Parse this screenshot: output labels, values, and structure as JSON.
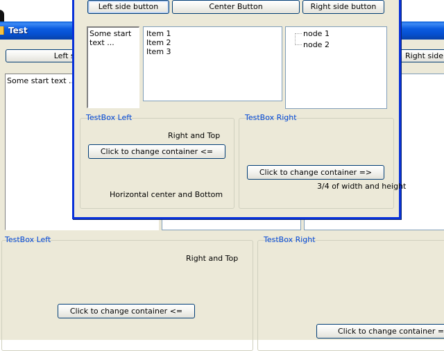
{
  "main_window": {
    "title": "Test",
    "left_button": "Left side button",
    "right_button": "Right side button",
    "textbox_text": "Some start text ...",
    "group_left": {
      "title": "TestBox Left",
      "label_right_top": "Right and Top",
      "change_button": "Click to change container <="
    },
    "group_right": {
      "title": "TestBox Right",
      "change_button": "Click to change container =>"
    }
  },
  "dialog": {
    "left_button": "Left side button",
    "center_button": "Center Button",
    "right_button": "Right side button",
    "textbox_text": "Some start text ...",
    "list_items": [
      "Item 1",
      "Item 2",
      "Item 3"
    ],
    "tree_nodes": [
      "node 1",
      "node 2"
    ],
    "group_left": {
      "title": "TestBox Left",
      "label_right_top": "Right and Top",
      "change_button": "Click to change container <=",
      "label_center_bottom": "Horizontal center and Bottom"
    },
    "group_right": {
      "title": "TestBox Right",
      "change_button": "Click to change container =>",
      "label_size": "3/4 of width and height"
    }
  }
}
